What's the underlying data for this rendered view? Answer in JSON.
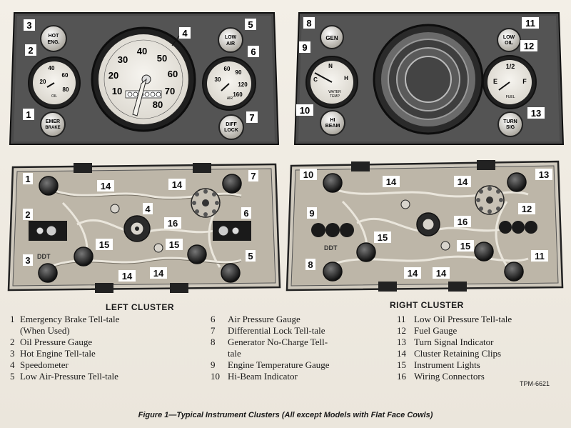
{
  "top_left": {
    "tells": [
      {
        "num": "3",
        "lines": [
          "HOT",
          "ENG."
        ]
      },
      {
        "num": "1",
        "lines": [
          "EMER",
          "BRAKE"
        ]
      },
      {
        "num": "5",
        "lines": [
          "LOW",
          "AIR"
        ]
      },
      {
        "num": "7",
        "lines": [
          "DIFF",
          "LOCK"
        ]
      }
    ],
    "oil_gauge": {
      "num": "2",
      "ticks": [
        "20",
        "40",
        "60",
        "80"
      ],
      "label": "OIL"
    },
    "speedo": {
      "num": "4",
      "ticks": [
        "10",
        "20",
        "30",
        "40",
        "50",
        "60",
        "70",
        "80"
      ]
    },
    "air_gauge": {
      "num": "6",
      "ticks": [
        "30",
        "60",
        "90",
        "120",
        "160"
      ],
      "label": "AIR"
    }
  },
  "top_right": {
    "tells": [
      {
        "num": "8",
        "lines": [
          "GEN"
        ]
      },
      {
        "num": "10",
        "lines": [
          "HI",
          "BEAM"
        ]
      },
      {
        "num": "11",
        "lines": [
          "LOW",
          "OIL"
        ]
      },
      {
        "num": "13",
        "lines": [
          "TURN",
          "SIG"
        ]
      }
    ],
    "temp_gauge": {
      "num": "9",
      "ticks": [
        "C",
        "N",
        "H"
      ],
      "lines": [
        "WATER",
        "TEMP"
      ]
    },
    "fuel_gauge": {
      "num": "12",
      "ticks": [
        "E",
        "1/2",
        "F"
      ],
      "label": "FUEL"
    }
  },
  "back_left": {
    "callouts": [
      "1",
      "14",
      "14",
      "7",
      "2",
      "4",
      "16",
      "6",
      "15",
      "15",
      "3",
      "5",
      "14",
      "14"
    ],
    "ddt": "DDT"
  },
  "back_right": {
    "callouts": [
      "10",
      "14",
      "14",
      "13",
      "9",
      "16",
      "12",
      "15",
      "15",
      "8",
      "11",
      "14",
      "14"
    ],
    "ddt": "DDT"
  },
  "cluster_labels": {
    "left": "LEFT CLUSTER",
    "right": "RIGHT CLUSTER"
  },
  "legend": {
    "col1": [
      {
        "num": "1",
        "text": "Emergency Brake Tell-tale"
      },
      {
        "num": "",
        "text": "(When Used)",
        "indent": true
      },
      {
        "num": "2",
        "text": "Oil Pressure Gauge"
      },
      {
        "num": "3",
        "text": "Hot Engine Tell-tale"
      },
      {
        "num": "4",
        "text": "Speedometer"
      },
      {
        "num": "5",
        "text": "Low Air-Pressure Tell-tale"
      }
    ],
    "col2": [
      {
        "num": "6",
        "text": "Air Pressure Gauge"
      },
      {
        "num": "7",
        "text": "Differential Lock Tell-tale"
      },
      {
        "num": "8",
        "text": "Generator No-Charge Tell-"
      },
      {
        "num": "",
        "text": "tale",
        "indent": true
      },
      {
        "num": "9",
        "text": "Engine Temperature Gauge"
      },
      {
        "num": "10",
        "text": "Hi-Beam Indicator"
      }
    ],
    "col3": [
      {
        "num": "11",
        "text": "Low Oil Pressure Tell-tale"
      },
      {
        "num": "12",
        "text": "Fuel Gauge"
      },
      {
        "num": "13",
        "text": "Turn Signal Indicator"
      },
      {
        "num": "14",
        "text": "Cluster Retaining Clips"
      },
      {
        "num": "15",
        "text": "Instrument Lights"
      },
      {
        "num": "16",
        "text": "Wiring Connectors"
      }
    ]
  },
  "tpm": "TPM-6621",
  "caption": "Figure 1—Typical Instrument Clusters (All except Models with Flat Face Cowls)",
  "colors": {
    "panel": "#3a3a3a",
    "ink": "#1a1a1a",
    "paper": "#efebe3"
  }
}
